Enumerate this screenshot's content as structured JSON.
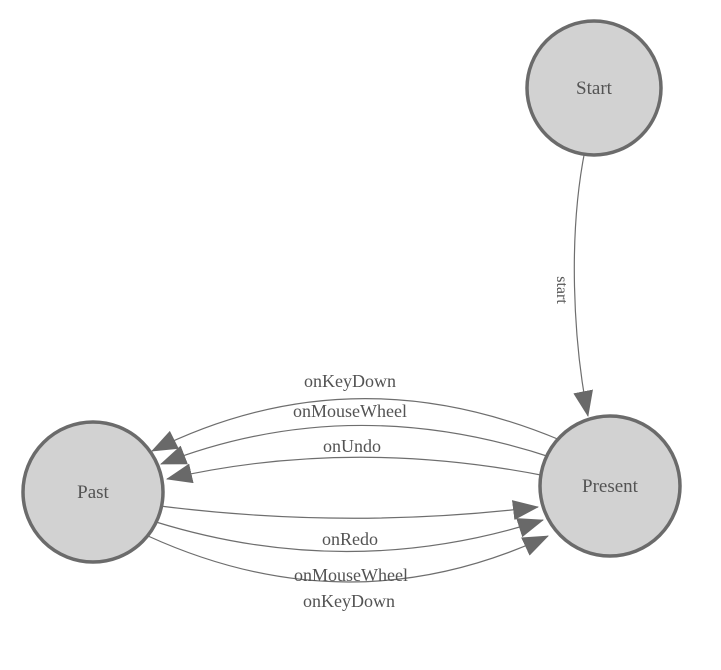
{
  "diagram": {
    "type": "state-machine",
    "background": "#ffffff",
    "colors": {
      "node_fill": "#d2d2d2",
      "node_stroke": "#6b6b6b",
      "edge_line": "#6e6e6e",
      "arrowhead": "#696969",
      "label_text": "#535353"
    },
    "nodes": [
      {
        "id": "start",
        "label": "Start"
      },
      {
        "id": "present",
        "label": "Present"
      },
      {
        "id": "past",
        "label": "Past"
      }
    ],
    "edges": [
      {
        "from": "Start",
        "to": "Present",
        "label": "start"
      },
      {
        "from": "Present",
        "to": "Past",
        "label": "onKeyDown"
      },
      {
        "from": "Present",
        "to": "Past",
        "label": "onMouseWheel"
      },
      {
        "from": "Present",
        "to": "Past",
        "label": "onUndo"
      },
      {
        "from": "Past",
        "to": "Present",
        "label": "onRedo"
      },
      {
        "from": "Past",
        "to": "Present",
        "label": "onMouseWheel"
      },
      {
        "from": "Past",
        "to": "Present",
        "label": "onKeyDown"
      }
    ]
  }
}
